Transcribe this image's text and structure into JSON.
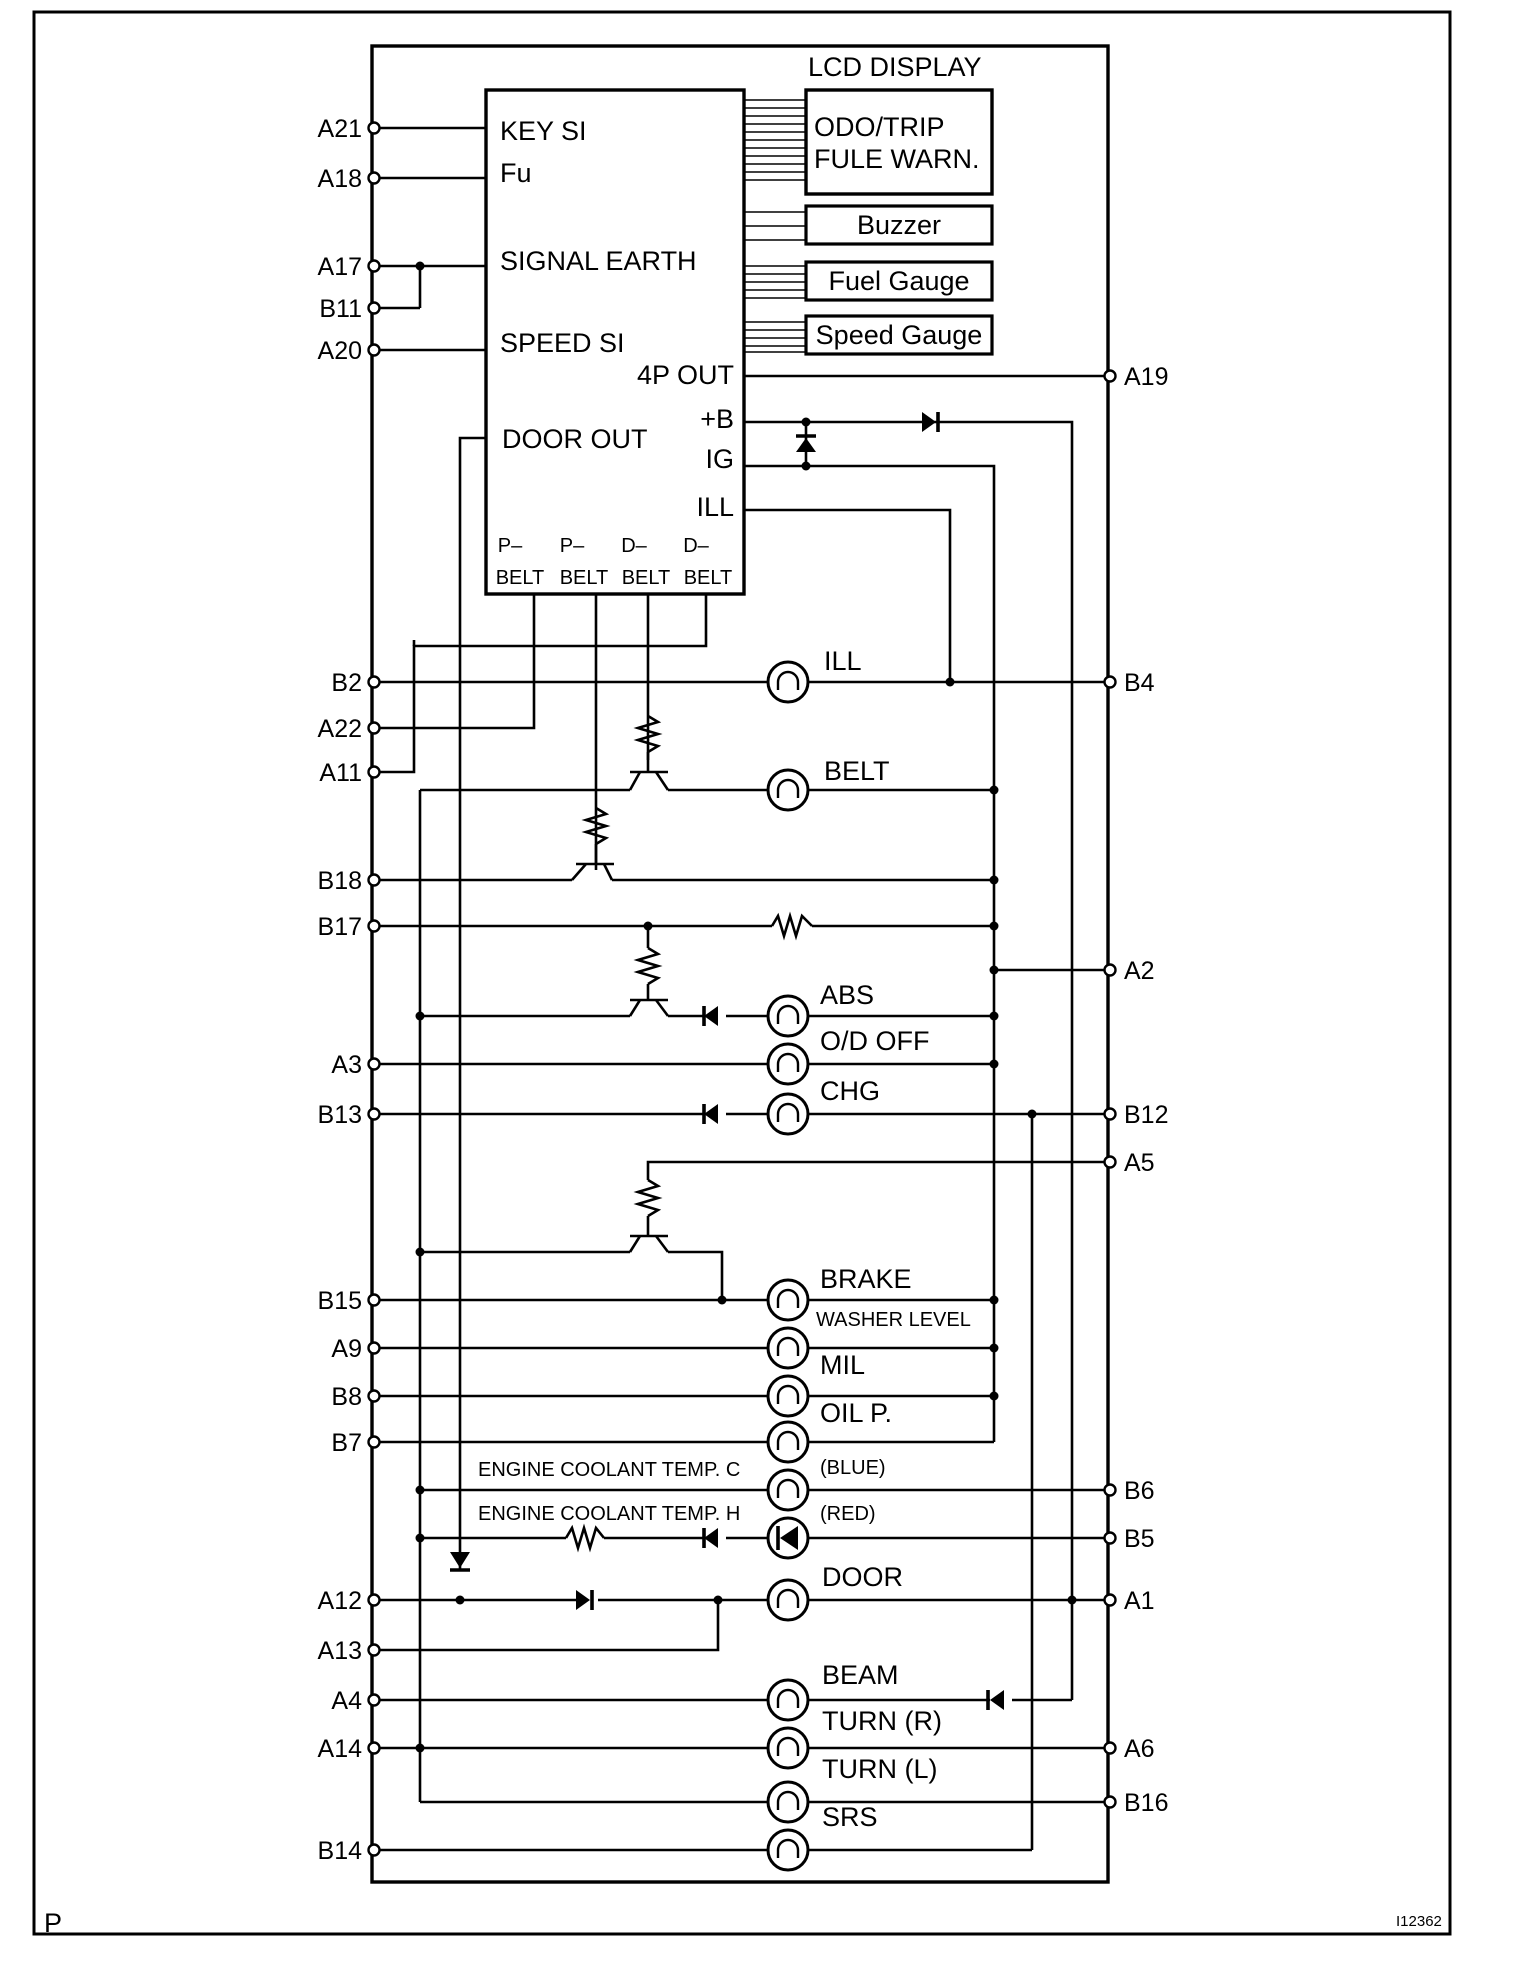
{
  "figure_code": "I12362",
  "corner_mark": "P",
  "lcd": {
    "title": "LCD DISPLAY",
    "display_line1": "ODO/TRIP",
    "display_line2": "FULE WARN.",
    "buzzer": "Buzzer",
    "fuel_gauge": "Fuel Gauge",
    "speed_gauge": "Speed Gauge"
  },
  "ic": {
    "key_si": "KEY SI",
    "fu": "Fu",
    "signal_earth": "SIGNAL EARTH",
    "speed_si": "SPEED SI",
    "four_p_out": "4P OUT",
    "door_out": "DOOR OUT",
    "plus_b": "+B",
    "ig": "IG",
    "ill": "ILL",
    "belt_top": [
      "P–",
      "P–",
      "D–",
      "D–"
    ],
    "belt_bottom": [
      "BELT",
      "BELT",
      "BELT",
      "BELT"
    ]
  },
  "left_terminals": [
    "A21",
    "A18",
    "A17",
    "B11",
    "A20",
    "B2",
    "A22",
    "A11",
    "B18",
    "B17",
    "A3",
    "B13",
    "B15",
    "A9",
    "B8",
    "B7",
    "A12",
    "A13",
    "A4",
    "A14",
    "B14"
  ],
  "right_terminals": [
    "A19",
    "B4",
    "A2",
    "B12",
    "A5",
    "B6",
    "B5",
    "A1",
    "A6",
    "B16"
  ],
  "lamps": {
    "ill": "ILL",
    "belt": "BELT",
    "abs": "ABS",
    "od_off": "O/D OFF",
    "chg": "CHG",
    "brake": "BRAKE",
    "washer": "WASHER LEVEL",
    "mil": "MIL",
    "oil": "OIL P.",
    "coolant_c": "ENGINE COOLANT TEMP. C",
    "blue": "(BLUE)",
    "coolant_h": "ENGINE COOLANT TEMP. H",
    "red": "(RED)",
    "door": "DOOR",
    "beam": "BEAM",
    "turn_r": "TURN (R)",
    "turn_l": "TURN (L)",
    "srs": "SRS"
  }
}
